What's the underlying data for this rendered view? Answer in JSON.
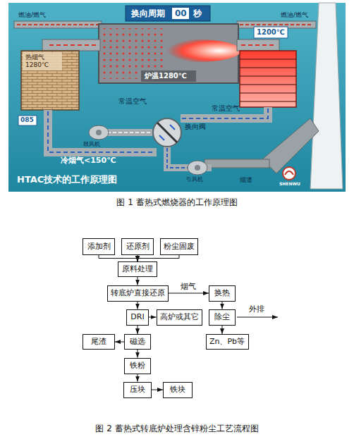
{
  "diagram": {
    "caption": "图 2 蓄热式转底炉处理含锌粉尘工艺流程图",
    "nodes": [
      {
        "text": [
          "添加剂"
        ]
      },
      {
        "text": [
          "还原剂"
        ]
      },
      {
        "text": [
          "粉尘固废"
        ]
      },
      {
        "text": [
          "原料处理"
        ]
      },
      {
        "text": [
          "转底炉直接还原"
        ]
      },
      {
        "text": [
          "换热"
        ]
      },
      {
        "text": [
          "DRI"
        ]
      },
      {
        "text": [
          "高炉或其它"
        ]
      },
      {
        "text": [
          "除尘"
        ]
      },
      {
        "text": [
          "尾渣"
        ]
      },
      {
        "text": [
          "磁选"
        ]
      },
      {
        "text": [
          "Zn、Pb等"
        ]
      },
      {
        "text": [
          "铁粉"
        ]
      },
      {
        "text": [
          "压块"
        ]
      },
      {
        "text": [
          "铁块"
        ]
      }
    ],
    "edges": [
      {
        "from": 0,
        "to": 3,
        "arrow": "to"
      },
      {
        "from": 1,
        "to": 3,
        "arrow": "to"
      },
      {
        "from": 2,
        "to": 3,
        "arrow": "to"
      },
      {
        "from": 3,
        "to": 4,
        "arrow": "to"
      },
      {
        "from": 4,
        "to": 5,
        "label": "烟气",
        "arrow": "to"
      },
      {
        "from": 4,
        "to": 6,
        "arrow": "to"
      },
      {
        "from": 6,
        "to": 7,
        "arrow": "to"
      },
      {
        "from": 5,
        "to": 8,
        "arrow": "to"
      },
      {
        "from": 8,
        "to": 11,
        "arrow": "to"
      },
      {
        "from": 6,
        "to": 10,
        "arrow": "to"
      },
      {
        "from": 10,
        "to": 9,
        "arrow": "to"
      },
      {
        "from": 10,
        "to": 12,
        "arrow": "to"
      },
      {
        "from": 12,
        "to": 13,
        "arrow": "to"
      },
      {
        "from": 13,
        "to": 14,
        "arrow": "to"
      }
    ],
    "labels": [
      "换向周期",
      "00",
      "秒",
      "燃油/燃气",
      "燃油/燃气",
      "热烟气",
      "1280℃",
      "炉温1280℃",
      "1200℃",
      "常温空气",
      "常温空气",
      "换向阀",
      "冷烟气<150℃",
      "鼓风机",
      "085",
      "引风机",
      "烟道",
      "HTAC技术的工作原理图",
      "SHENWU",
      "图 1 蓄热式燃烧器的工作原理图",
      "外排"
    ]
  }
}
